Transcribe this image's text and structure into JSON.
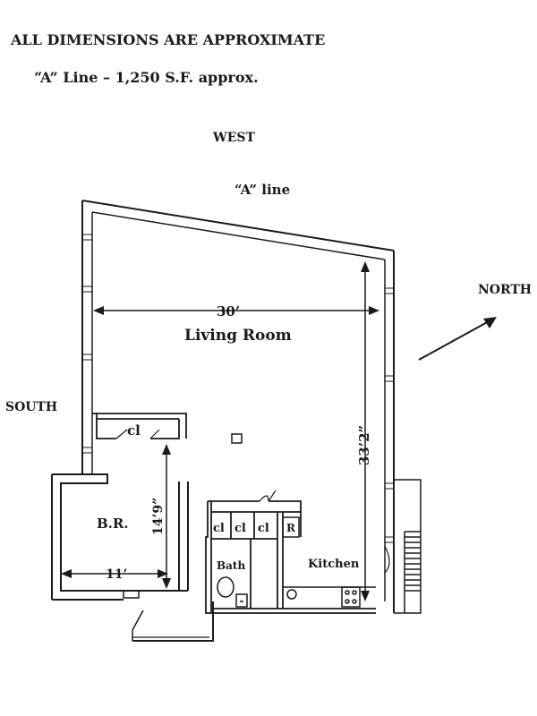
{
  "header": {
    "disclaimer": "ALL DIMENSIONS ARE APPROXIMATE",
    "unit_summary": "“A” Line – 1,250 S.F. approx."
  },
  "compass": {
    "west": "WEST",
    "north": "NORTH",
    "south": "SOUTH"
  },
  "plan": {
    "line_label": "“A” line",
    "living_room": {
      "label": "Living Room",
      "width_dim": "30’",
      "depth_dim": "33’2”"
    },
    "bedroom": {
      "label": "B.R.",
      "width_dim": "11’",
      "depth_dim": "14’9”",
      "closet_label": "cl"
    },
    "core": {
      "closet_labels": [
        "cl",
        "cl",
        "cl"
      ],
      "refrigerator_label": "R",
      "bath_label": "Bath",
      "kitchen_label": "Kitchen"
    }
  }
}
